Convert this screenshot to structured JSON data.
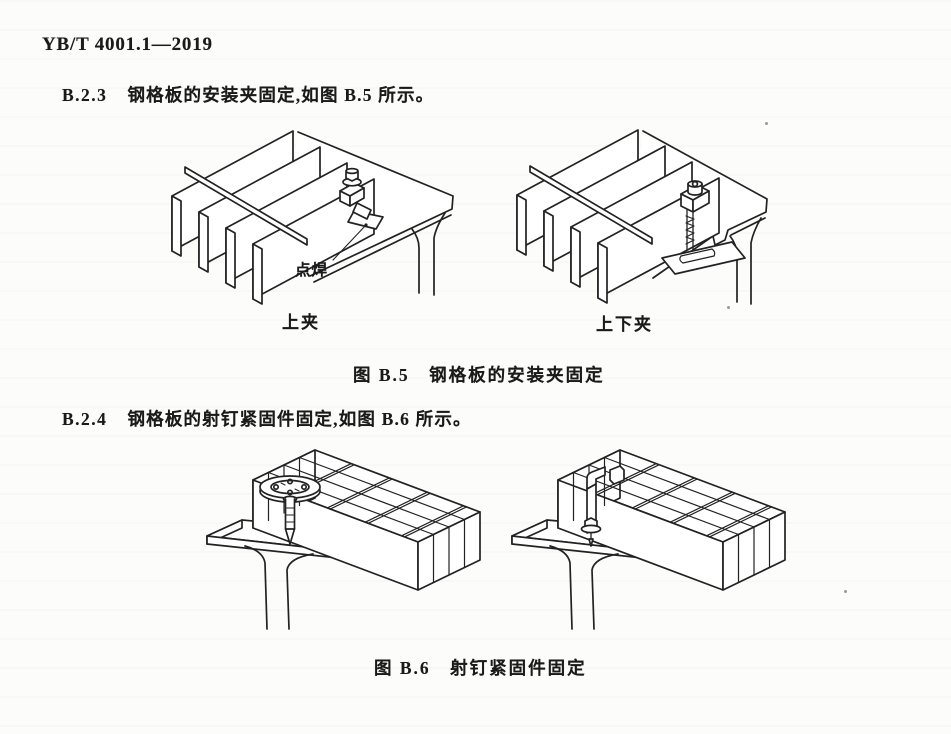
{
  "header": {
    "standard_number": "YB/T 4001.1—2019"
  },
  "sections": [
    {
      "label": "B.2.3",
      "text": "钢格板的安装夹固定,如图 B.5 所示。"
    },
    {
      "label": "B.2.4",
      "text": "钢格板的射钉紧固件固定,如图 B.6 所示。"
    }
  ],
  "figure_b5": {
    "caption": "图 B.5　钢格板的安装夹固定",
    "annotation_spot_weld": "点焊",
    "label_left": "上夹",
    "label_right": "上下夹"
  },
  "figure_b6": {
    "caption": "图 B.6　射钉紧固件固定"
  }
}
